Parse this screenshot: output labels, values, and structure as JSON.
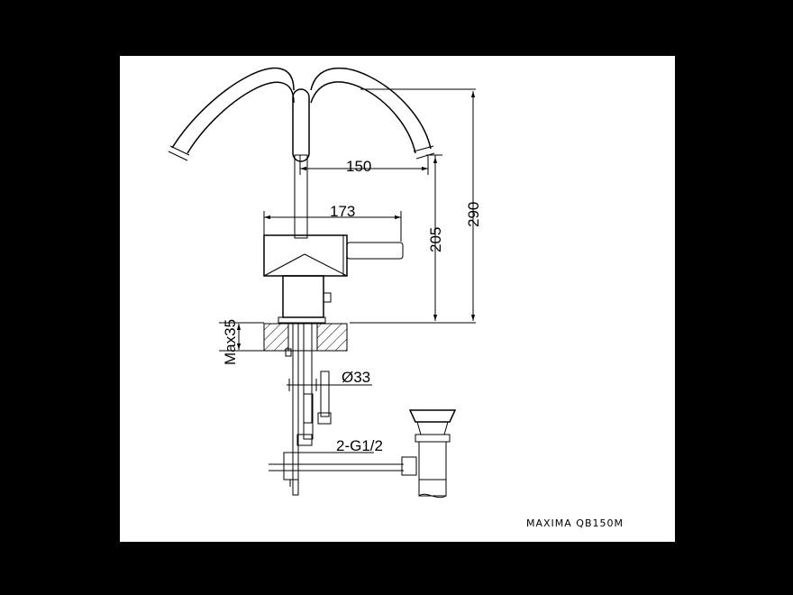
{
  "drawing": {
    "model_label": "MAXIMA QB150M",
    "dimensions": {
      "spout_reach": "150",
      "body_length": "173",
      "spout_height": "205",
      "overall_height": "290",
      "max_deck_thickness": "Max35",
      "hole_diameter": "Ø33",
      "connection_thread": "2-G1/2"
    },
    "colors": {
      "background": "#000000",
      "sheet": "#ffffff",
      "line": "#000000"
    }
  }
}
